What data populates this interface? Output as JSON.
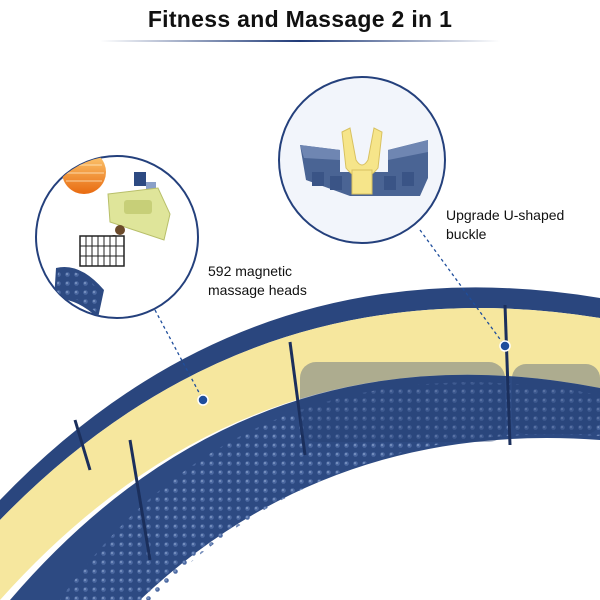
{
  "title": "Fitness and Massage 2 in 1",
  "callouts": {
    "heads": "592 magnetic\nmassage heads",
    "buckle": "Upgrade U-shaped\nbuckle"
  },
  "colors": {
    "navy": "#2d4a82",
    "navy_dark": "#22396a",
    "yellow": "#f6e79e",
    "yellow_dark": "#e6d07a",
    "accent_blue": "#1f4e9c",
    "heat_orange": "#f08a1c"
  }
}
